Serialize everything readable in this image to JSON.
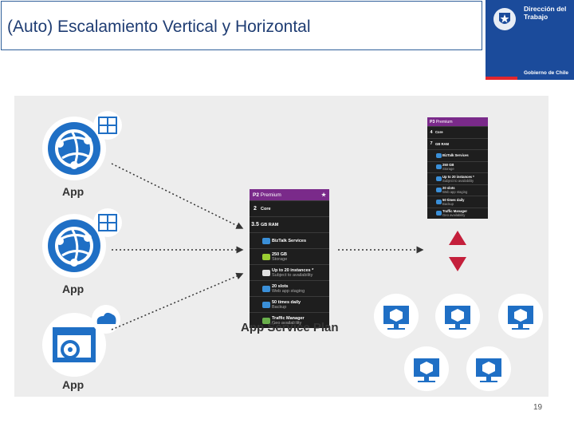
{
  "title": "(Auto) Escalamiento Vertical y Horizontal",
  "logo": {
    "line1": "Dirección del",
    "line2": "Trabajo",
    "gob": "Gobierno de Chile"
  },
  "apps": [
    {
      "label": "App"
    },
    {
      "label": "App"
    },
    {
      "label": "App"
    }
  ],
  "plan_label": "App Service Plan",
  "panel": {
    "tier": "P2",
    "tier_name": "Premium",
    "star": "★",
    "rows": [
      {
        "num": "2",
        "main": "Core",
        "sub": "",
        "icon": "none"
      },
      {
        "num": "3.5",
        "main": "GB RAM",
        "sub": "",
        "icon": "none"
      },
      {
        "num": "",
        "main": "BizTalk Services",
        "sub": "",
        "icon": "biztalk-icon"
      },
      {
        "num": "",
        "main": "250 GB",
        "sub": "Storage",
        "icon": "storage-icon"
      },
      {
        "num": "",
        "main": "Up to 20 instances *",
        "sub": "Subject to availability",
        "icon": "instances-icon"
      },
      {
        "num": "",
        "main": "20 slots",
        "sub": "Web app staging",
        "icon": "cloud-icon"
      },
      {
        "num": "",
        "main": "50 times daily",
        "sub": "Backup",
        "icon": "cloud-icon"
      },
      {
        "num": "",
        "main": "Traffic Manager",
        "sub": "Geo availability",
        "icon": "globe-icon"
      }
    ]
  },
  "small_panel": {
    "tier": "P3",
    "tier_name": "Premium",
    "rows": [
      {
        "num": "4",
        "main": "Core",
        "sub": ""
      },
      {
        "num": "7",
        "main": "GB RAM",
        "sub": ""
      },
      {
        "num": "",
        "main": "BizTalk Services",
        "sub": ""
      },
      {
        "num": "",
        "main": "250 GB",
        "sub": "Storage"
      },
      {
        "num": "",
        "main": "Up to 20 instances *",
        "sub": "Subject to availability"
      },
      {
        "num": "",
        "main": "20 slots",
        "sub": "Web app staging"
      },
      {
        "num": "",
        "main": "50 times daily",
        "sub": "Backup"
      },
      {
        "num": "",
        "main": "Traffic Manager",
        "sub": "Geo availability"
      }
    ]
  },
  "colors": {
    "accent_blue": "#1f6fc5",
    "premium_purple": "#7a2a8a",
    "arrow_red": "#c41f3b"
  },
  "page_number": "19"
}
